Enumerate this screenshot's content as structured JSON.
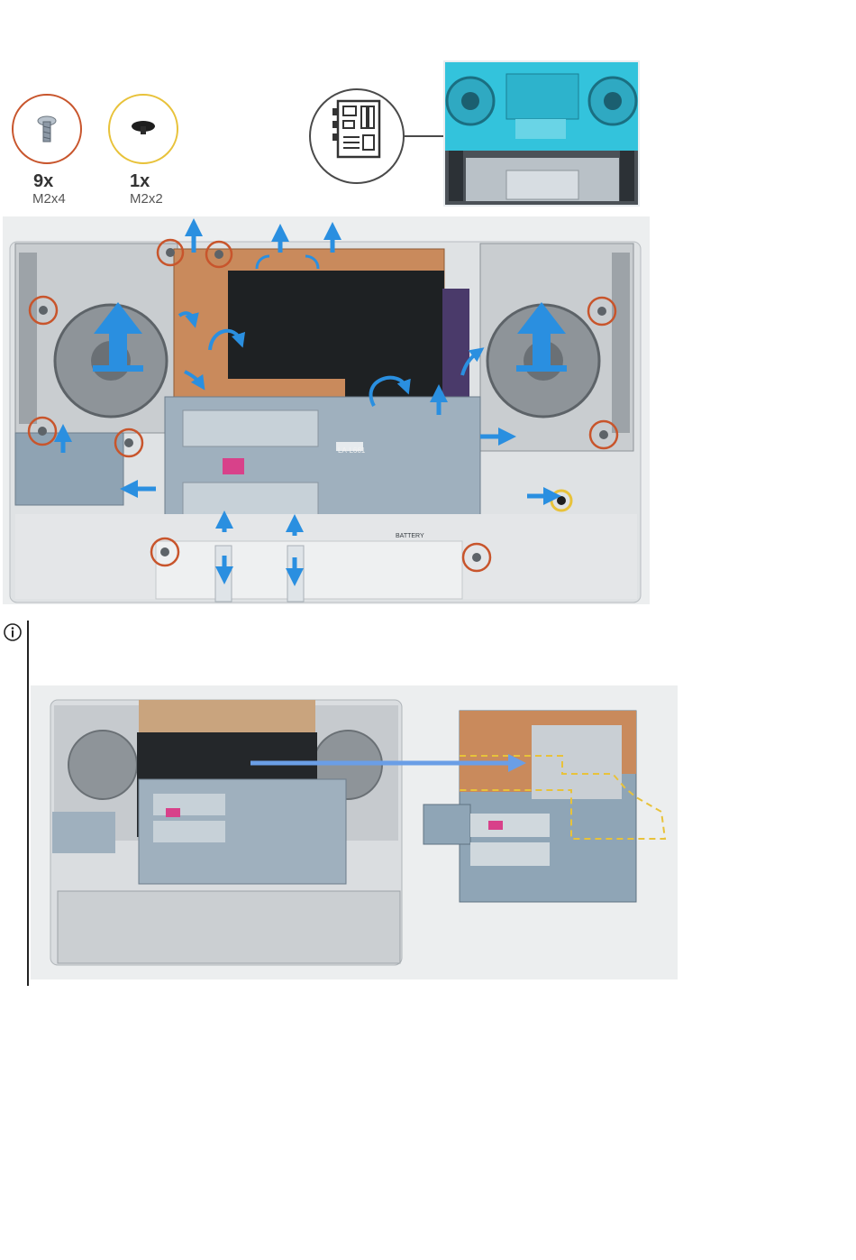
{
  "screws": [
    {
      "count": "9x",
      "type": "M2x4",
      "ring_color": "#c8552c"
    },
    {
      "count": "1x",
      "type": "M2x2",
      "ring_color": "#e8c23a"
    }
  ],
  "icons": {
    "board": "system-board-icon",
    "info": "info-icon"
  },
  "colors": {
    "arrow": "#2a8fe0",
    "screw_marker": "#c8552c",
    "screw_marker_alt": "#e8c23a",
    "dashed_outline": "#e8c23a",
    "highlight": "#33c3dc"
  },
  "board_labels": {
    "la": "LA-L661",
    "battery": "BATTERY"
  }
}
